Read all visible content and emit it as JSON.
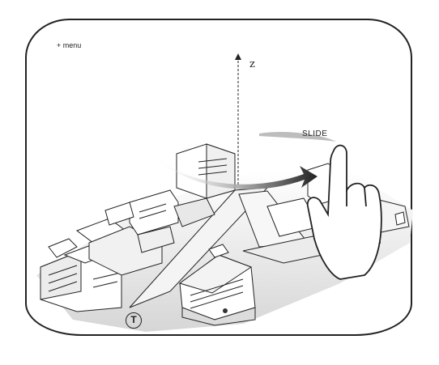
{
  "menu": {
    "label": "+ menu"
  },
  "axis": {
    "label": "z"
  },
  "gesture": {
    "label": "SLIDE"
  },
  "transit": {
    "symbol": "T"
  },
  "icons": [
    "plus-icon",
    "hand-icon",
    "slide-arrow-icon",
    "transit-icon",
    "z-axis-icon"
  ],
  "colors": {
    "ink": "#222222",
    "shade": "#d8d8d8",
    "ground": "#eeeeee"
  }
}
